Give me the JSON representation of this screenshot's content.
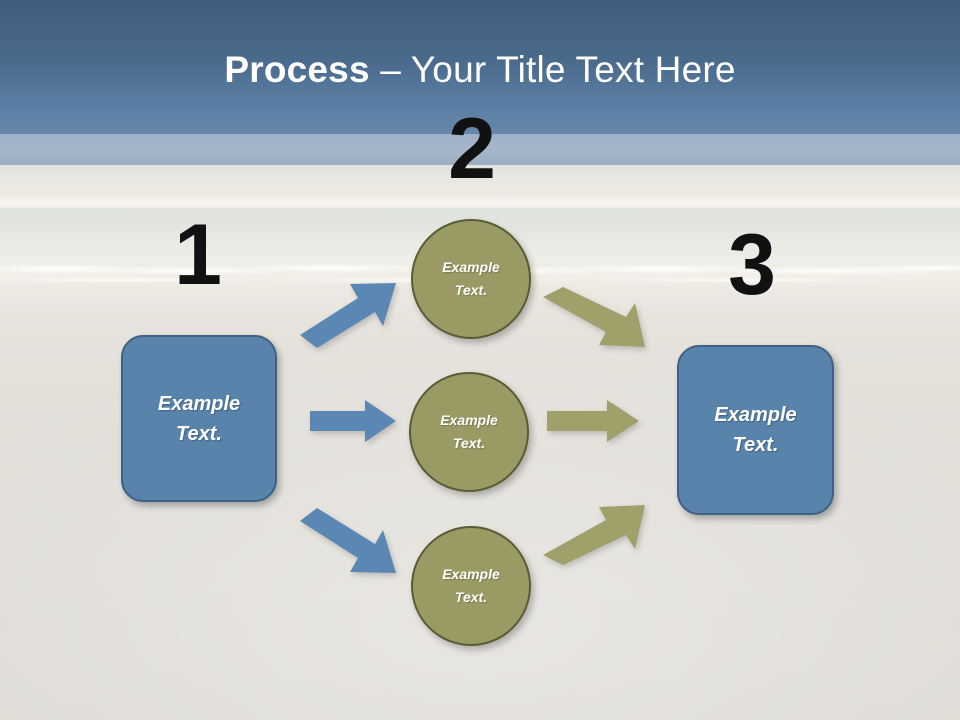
{
  "slide": {
    "title_strong": "Process",
    "title_rest": " – Your Title Text Here",
    "background_color": "#e1ded9",
    "header_color_top": "#3f5d7d",
    "header_color_bottom": "#6687ab",
    "header_stripe_color": "#a6b5ca",
    "accent_blue": "#5883aa",
    "accent_blue_border": "#3d6285",
    "accent_olive": "#9a9b64",
    "accent_olive_border": "#5a5c33",
    "arrow_blue": "#5b87b4",
    "arrow_olive": "#a0a06a",
    "number_color": "#111111"
  },
  "steps": [
    {
      "number": "1",
      "label": "Example\nText."
    },
    {
      "number": "2",
      "label": "Example\nText."
    },
    {
      "number": "3",
      "label": "Example\nText."
    }
  ],
  "stage_one": {
    "box_text": "Example\nText."
  },
  "stage_two": {
    "circles": [
      {
        "text": "Example\nText."
      },
      {
        "text": "Example\nText."
      },
      {
        "text": "Example\nText."
      }
    ]
  },
  "stage_three": {
    "box_text": "Example\nText."
  },
  "connectors": {
    "in_top": "arrow-up-right-icon",
    "in_middle": "arrow-right-icon",
    "in_bottom": "arrow-down-right-icon",
    "out_top": "arrow-down-right-icon",
    "out_middle": "arrow-right-icon",
    "out_bottom": "arrow-up-right-icon"
  }
}
